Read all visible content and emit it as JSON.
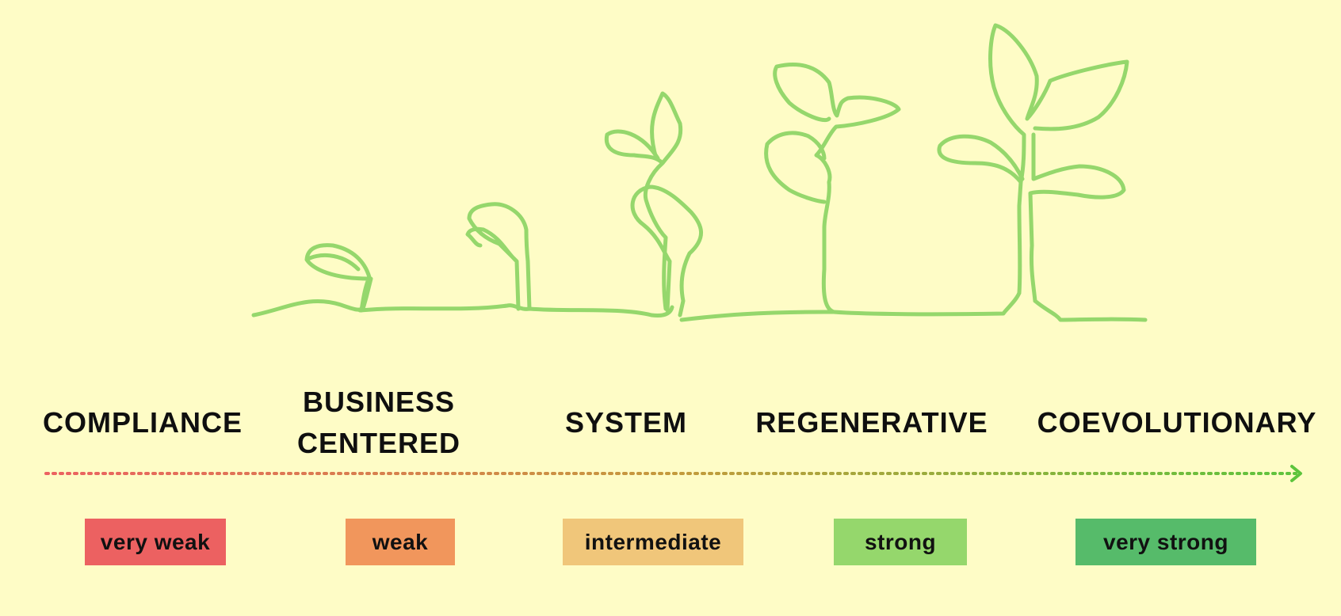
{
  "stages": [
    {
      "label": "COMPLIANCE"
    },
    {
      "label": "BUSINESS\nCENTERED"
    },
    {
      "label": "SYSTEM"
    },
    {
      "label": "REGENERATIVE"
    },
    {
      "label": "COEVOLUTIONARY"
    }
  ],
  "levels": [
    {
      "label": "very weak",
      "color": "#ec6161"
    },
    {
      "label": "weak",
      "color": "#f1965c"
    },
    {
      "label": "intermediate",
      "color": "#f0c67a"
    },
    {
      "label": "strong",
      "color": "#95d76c"
    },
    {
      "label": "very strong",
      "color": "#56bb6a"
    }
  ],
  "colors": {
    "background": "#fefcc6",
    "plant_line": "#95d76c",
    "arrow_start": "#ec6161",
    "arrow_end": "#5cc43c"
  }
}
